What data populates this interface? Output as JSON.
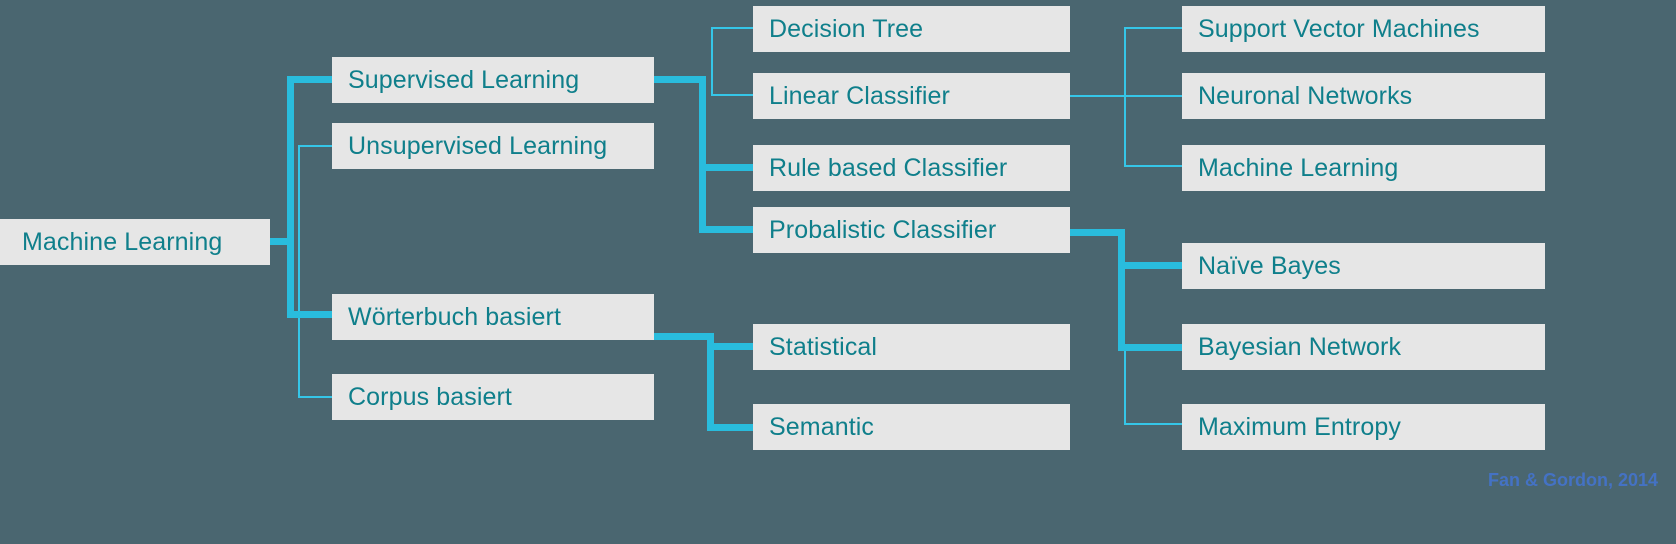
{
  "diagram": {
    "title": "Machine Learning taxonomy tree",
    "background_color": "#4a6670",
    "node_fill": "#e6e6e6",
    "node_text_color": "#0f7f8b",
    "connector_primary_color": "#29bcdd",
    "connector_secondary_color": "#35c6e8",
    "credit_color": "#4472c4"
  },
  "root": {
    "label": "Machine Learning"
  },
  "level1": [
    {
      "label": "Supervised Learning"
    },
    {
      "label": "Unsupervised Learning"
    },
    {
      "label": "Wörterbuch basiert"
    },
    {
      "label": "Corpus basiert"
    }
  ],
  "level2": [
    {
      "label": "Decision Tree"
    },
    {
      "label": "Linear Classifier"
    },
    {
      "label": "Rule based Classifier"
    },
    {
      "label": "Probalistic Classifier"
    },
    {
      "label": "Statistical"
    },
    {
      "label": "Semantic"
    }
  ],
  "level3": [
    {
      "label": "Support Vector Machines"
    },
    {
      "label": "Neuronal Networks"
    },
    {
      "label": "Machine Learning"
    },
    {
      "label": "Naïve Bayes"
    },
    {
      "label": "Bayesian Network"
    },
    {
      "label": "Maximum Entropy"
    }
  ],
  "credit": {
    "label": "Fan & Gordon, 2014"
  }
}
